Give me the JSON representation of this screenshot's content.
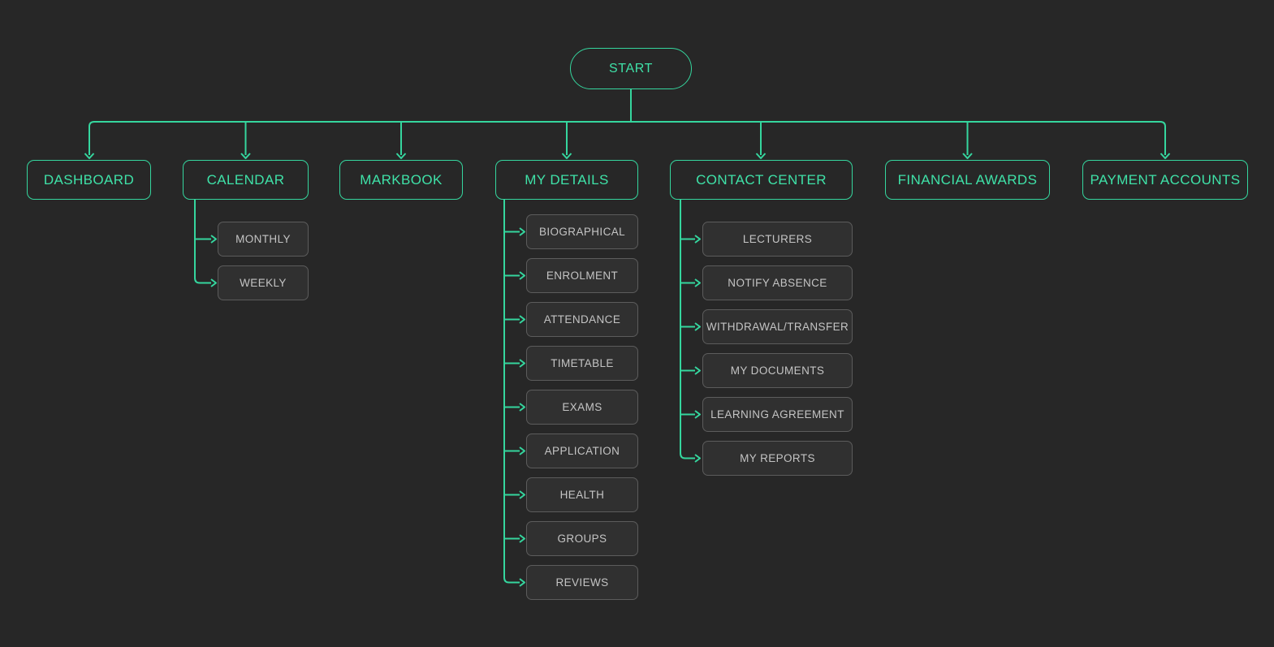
{
  "colors": {
    "accent_green": "#35d69e",
    "main_text_green": "#3fe2a8",
    "child_border_gray": "#5c5c5c",
    "child_text_gray": "#c4c4c4",
    "child_background": "#303030",
    "page_background": "#272727"
  },
  "flowchart": {
    "start": {
      "label": "START"
    },
    "main": [
      {
        "label": "DASHBOARD",
        "children": []
      },
      {
        "label": "CALENDAR",
        "children": [
          {
            "label": "MONTHLY"
          },
          {
            "label": "WEEKLY"
          }
        ]
      },
      {
        "label": "MARKBOOK",
        "children": []
      },
      {
        "label": "MY DETAILS",
        "children": [
          {
            "label": "BIOGRAPHICAL"
          },
          {
            "label": "ENROLMENT"
          },
          {
            "label": "ATTENDANCE"
          },
          {
            "label": "TIMETABLE"
          },
          {
            "label": "EXAMS"
          },
          {
            "label": "APPLICATION"
          },
          {
            "label": "HEALTH"
          },
          {
            "label": "GROUPS"
          },
          {
            "label": "REVIEWS"
          }
        ]
      },
      {
        "label": "CONTACT CENTER",
        "children": [
          {
            "label": "LECTURERS"
          },
          {
            "label": "NOTIFY ABSENCE"
          },
          {
            "label": "WITHDRAWAL/TRANSFER"
          },
          {
            "label": "MY DOCUMENTS"
          },
          {
            "label": "LEARNING AGREEMENT"
          },
          {
            "label": "MY REPORTS"
          }
        ]
      },
      {
        "label": "FINANCIAL AWARDS",
        "children": []
      },
      {
        "label": "PAYMENT ACCOUNTS",
        "children": []
      }
    ]
  }
}
